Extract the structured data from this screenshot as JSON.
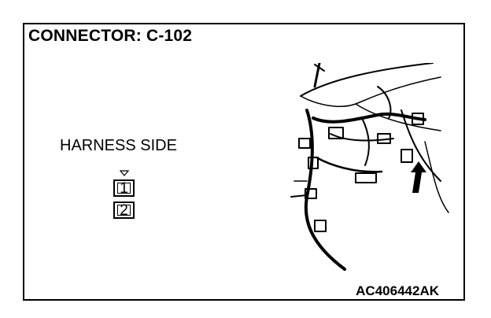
{
  "diagram": {
    "title": "CONNECTOR: C-102",
    "view_label": "HARNESS SIDE",
    "pins": [
      "1",
      "2"
    ],
    "figure_code": "AC406442AK",
    "icons": [
      "connector-key-triangle-icon",
      "location-arrow-icon"
    ]
  }
}
